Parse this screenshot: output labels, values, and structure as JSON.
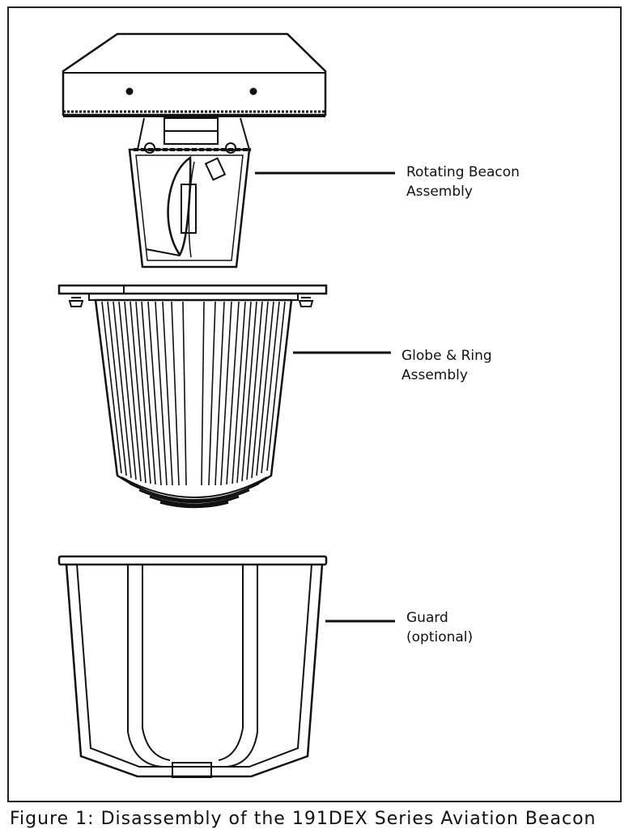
{
  "figure": {
    "labels": {
      "beacon": [
        "Rotating Beacon",
        "Assembly"
      ],
      "globe": [
        "Globe & Ring",
        "Assembly"
      ],
      "guard": [
        "Guard",
        "(optional)"
      ]
    },
    "caption": "Figure 1: Disassembly of the 191DEX Series Aviation Beacon"
  }
}
